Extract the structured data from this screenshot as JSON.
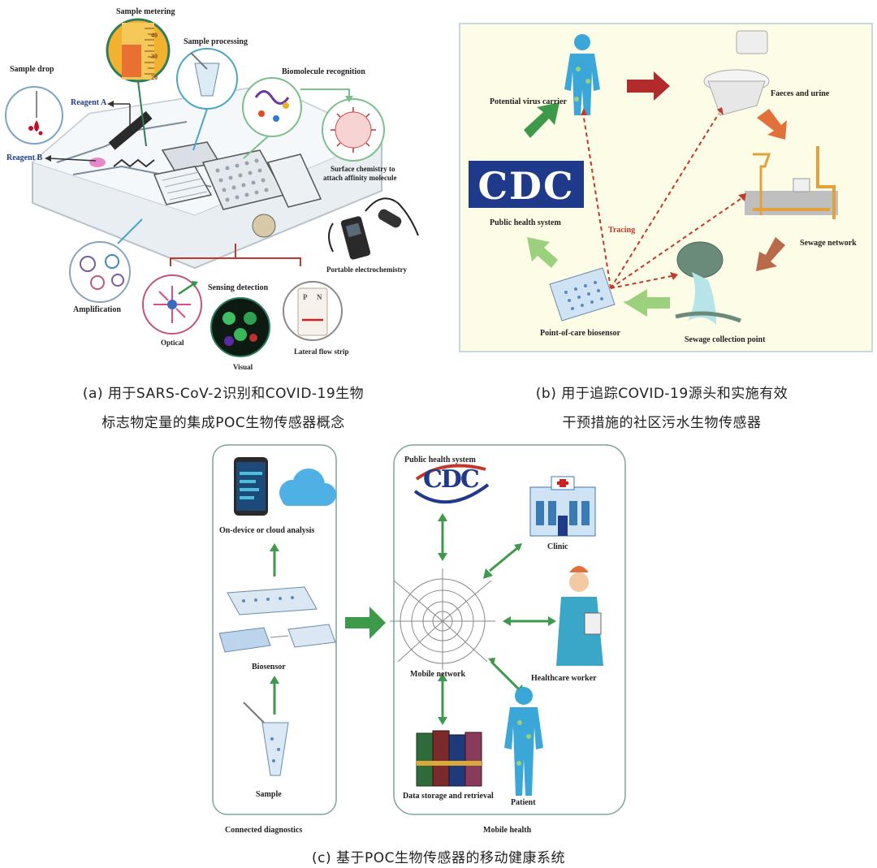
{
  "panel_a": {
    "labels": {
      "sample_metering": "Sample metering",
      "sample_processing": "Sample processing",
      "sample_drop": "Sample drop",
      "reagent_a": "Reagent A",
      "reagent_b": "Reagent B",
      "biomolecule_recognition": "Biomolecule recognition",
      "surface_chemistry": "Surface chemistry to",
      "surface_chemistry_2": "attach affinity molecule",
      "portable_electrochemistry": "Portable electrochemistry",
      "amplification": "Amplification",
      "sensing_detection": "Sensing detection",
      "optical": "Optical",
      "visual": "Visual",
      "lateral_flow_strip": "Lateral flow strip",
      "strip_p": "P",
      "strip_n": "N",
      "ruler_40": "40",
      "ruler_30": "30",
      "ruler_20": "20"
    },
    "caption_line1": "(a) 用于SARS-CoV-2识别和COVID-19生物",
    "caption_line2": "标志物定量的集成POC生物传感器概念"
  },
  "panel_b": {
    "labels": {
      "potential_virus_carrier": "Potential virus carrier",
      "faeces_and_urine": "Faeces and urine",
      "cdc_logo": "CDC",
      "public_health_system": "Public health system",
      "tracing": "Tracing",
      "sewage_network": "Sewage network",
      "point_of_care_biosensor": "Point-of-care biosensor",
      "sewage_collection_point": "Sewage collection point"
    },
    "caption_line1": "(b) 用于追踪COVID-19源头和实施有效",
    "caption_line2": "干预措施的社区污水生物传感器"
  },
  "panel_c": {
    "left_labels": {
      "on_device": "On-device or cloud analysis",
      "biosensor": "Biosensor",
      "sample": "Sample",
      "section_title": "Connected diagnostics"
    },
    "right_labels": {
      "public_health_system": "Public health system",
      "cdc_logo": "CDC",
      "clinic": "Clinic",
      "mobile_network": "Mobile network",
      "healthcare_worker": "Healthcare worker",
      "data_storage": "Data storage and retrieval",
      "patient": "Patient",
      "section_title": "Mobile health"
    },
    "caption": "(c) 基于POC生物传感器的移动健康系统"
  },
  "colors": {
    "panel_b_bg": "#fdfce6",
    "panel_b_border": "#c9d7df",
    "green_arrow": "#3d9a4a",
    "light_green_arrow": "#9bd07c",
    "dark_red_arrow": "#b22a2a",
    "orange_arrow": "#e2703a",
    "brown_arrow": "#b86a4a",
    "tracing_red": "#c0392b",
    "cdc_blue": "#1f3a8a",
    "body_blue": "#3aa7d8",
    "panel_c_line": "#7fa39a"
  }
}
